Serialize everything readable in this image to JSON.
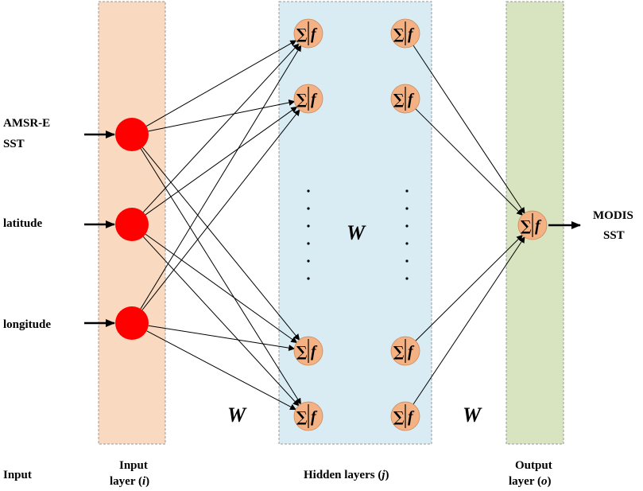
{
  "inputs": [
    {
      "line1": "AMSR-E",
      "line2": "SST"
    },
    {
      "line1": "latitude",
      "line2": ""
    },
    {
      "line1": "longitude",
      "line2": ""
    }
  ],
  "output": {
    "line1": "MODIS",
    "line2": "SST"
  },
  "neuron": {
    "sum_symbol": "∑",
    "func_symbol": "f"
  },
  "weights": {
    "left": "W",
    "middle": "W",
    "right": "W"
  },
  "columns": {
    "input": "Input",
    "input_layer_line1": "Input",
    "input_layer_line2_prefix": "layer (",
    "input_layer_var": "i",
    "input_layer_suffix": ")",
    "hidden_prefix": "Hidden layers (",
    "hidden_var": "j",
    "hidden_suffix": ")",
    "output_layer_line1": "Output",
    "output_layer_line2_prefix": "layer (",
    "output_layer_var": "o",
    "output_layer_suffix": ")"
  },
  "colors": {
    "input_band": "#f9d9c0",
    "hidden_band": "#d9ecf4",
    "output_band": "#d8e3c0",
    "input_node": "#ff0000",
    "neuron": "#f4b183"
  }
}
